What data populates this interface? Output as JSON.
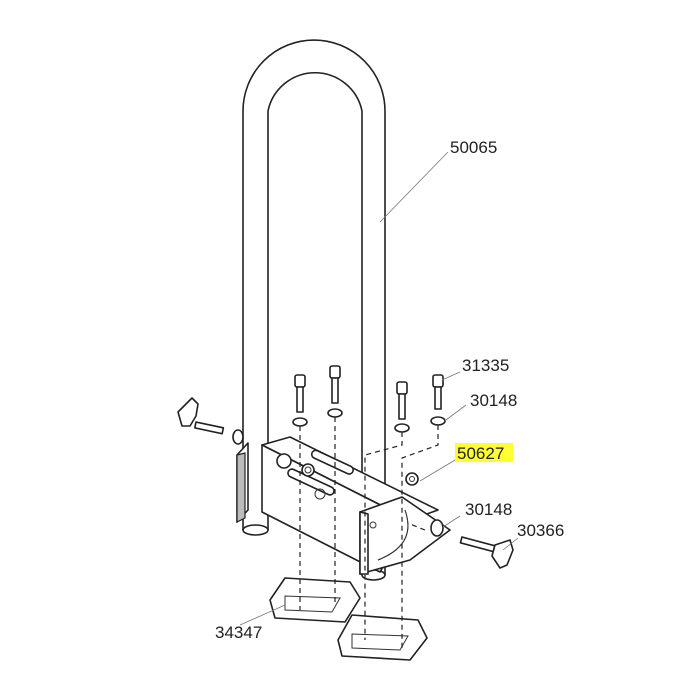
{
  "labels": {
    "frame": "50065",
    "bolt": "31335",
    "washer_top": "30148",
    "nut": "50627",
    "washer_side": "30148",
    "knob": "30366",
    "foot_pad": "34347"
  },
  "highlight": {
    "part": "50627",
    "color": "#ffff33"
  }
}
